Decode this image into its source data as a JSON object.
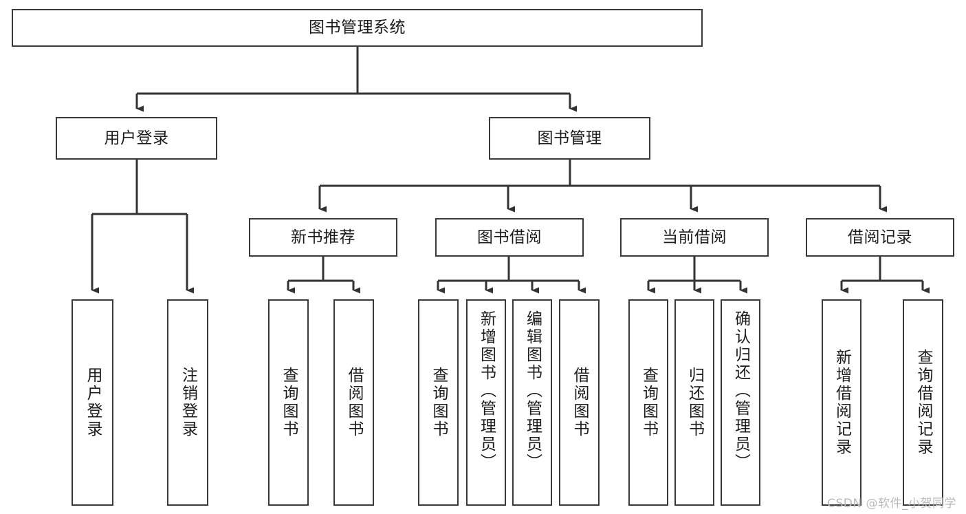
{
  "diagram": {
    "title": "图书管理系统",
    "type": "tree-hierarchy",
    "watermark": "CSDN @软件_小贺同学",
    "colors": {
      "box_border": "#3a3a3a",
      "box_fill": "#ffffff",
      "connector": "#333333",
      "text": "#1c1c1c",
      "watermark": "#b9b9b9"
    },
    "root": {
      "label": "图书管理系统"
    },
    "level2": [
      {
        "label": "用户登录"
      },
      {
        "label": "图书管理"
      }
    ],
    "level3": [
      {
        "label": "新书推荐"
      },
      {
        "label": "图书借阅"
      },
      {
        "label": "当前借阅"
      },
      {
        "label": "借阅记录"
      }
    ],
    "leaves": {
      "user_login": [
        {
          "label": "用户登录"
        },
        {
          "label": "注销登录"
        }
      ],
      "new_book_recommend": [
        {
          "label": "查询图书"
        },
        {
          "label": "借阅图书"
        }
      ],
      "book_borrow": [
        {
          "label": "查询图书"
        },
        {
          "label": "新增图书（管理员）"
        },
        {
          "label": "编辑图书（管理员）"
        },
        {
          "label": "借阅图书"
        }
      ],
      "current_borrow": [
        {
          "label": "查询图书"
        },
        {
          "label": "归还图书"
        },
        {
          "label": "确认归还（管理员）"
        }
      ],
      "borrow_record": [
        {
          "label": "新增借阅记录"
        },
        {
          "label": "查询借阅记录"
        }
      ]
    }
  }
}
